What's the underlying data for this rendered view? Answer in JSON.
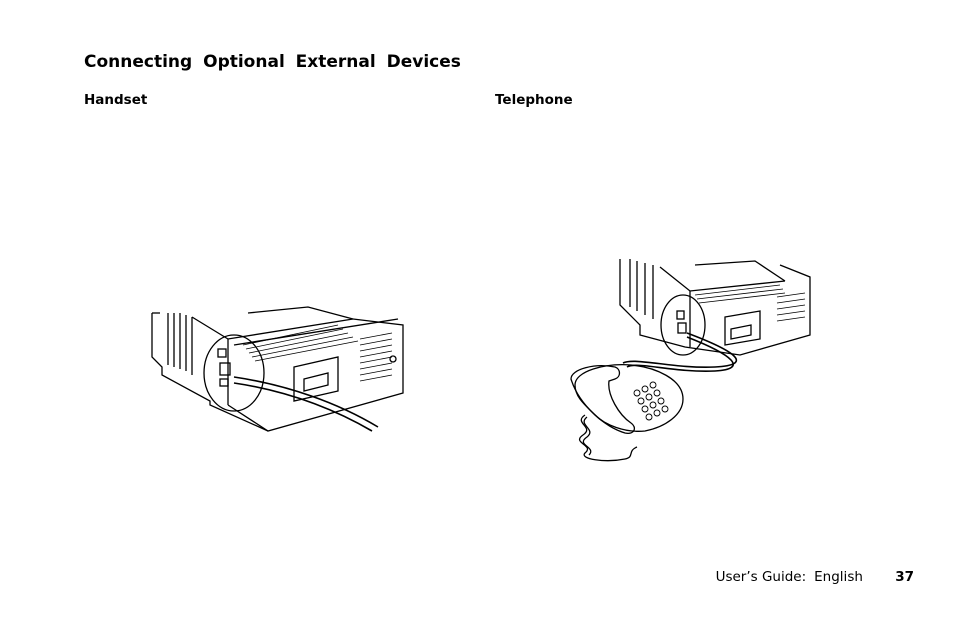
{
  "page": {
    "title": "Connecting Optional External Devices",
    "sections": [
      {
        "heading": "Handset",
        "figure_icon": "fax-rear-handset-connection"
      },
      {
        "heading": "Telephone",
        "figure_icon": "fax-rear-telephone-connection"
      }
    ]
  },
  "footer": {
    "guide_label": "User’s Guide:",
    "language": "English",
    "page_number": "37"
  }
}
